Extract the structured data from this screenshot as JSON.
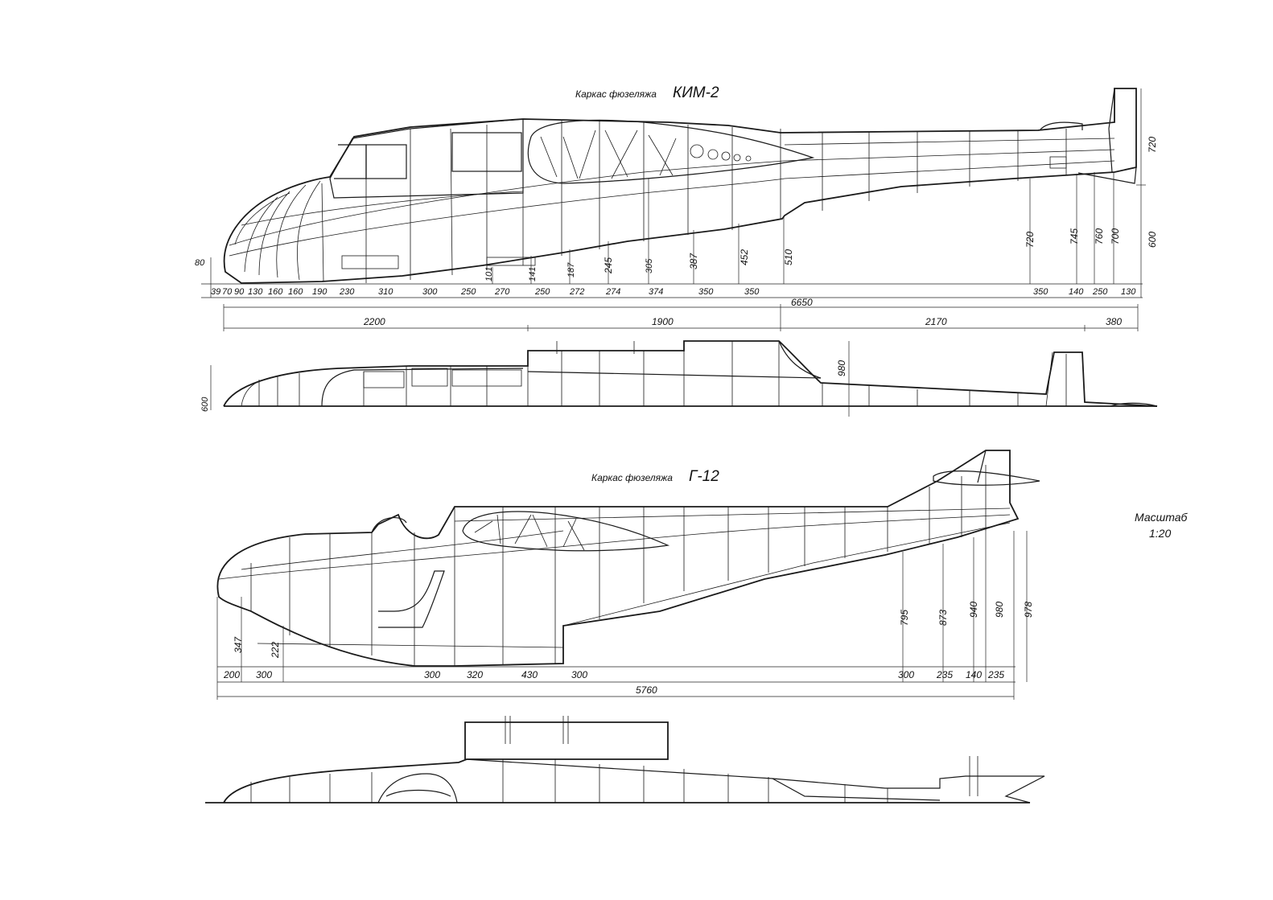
{
  "kim2": {
    "title_prefix": "Каркас фюзеляжа",
    "title_name": "КИМ-2",
    "bottom_dims": [
      "80",
      "39",
      "70",
      "90",
      "130",
      "160",
      "160",
      "190",
      "230",
      "310",
      "300",
      "250",
      "270",
      "250",
      "272",
      "274",
      "374",
      "350",
      "350",
      "350",
      "140",
      "250",
      "130"
    ],
    "heights_front": [
      "101",
      "141",
      "187",
      "245",
      "305",
      "387",
      "452",
      "510"
    ],
    "heights_rear": [
      "720",
      "745",
      "760",
      "700"
    ],
    "tail_height_upper": "720",
    "tail_height_lower": "600",
    "overall_length": "6650",
    "plan_sections": [
      "2200",
      "1900",
      "2170",
      "380"
    ],
    "plan_height_rear": "980",
    "plan_height_front": "600"
  },
  "g12": {
    "title_prefix": "Каркас фюзеляжа",
    "title_name": "Г-12",
    "heights_nose": [
      "347",
      "222"
    ],
    "heights_rear": [
      "795",
      "873",
      "940",
      "980",
      "978"
    ],
    "bottom_dims": [
      "200",
      "300",
      "300",
      "320",
      "430",
      "300",
      "300",
      "235",
      "140",
      "235"
    ],
    "overall_length": "5760"
  },
  "scale": {
    "label": "Масштаб",
    "value": "1:20"
  }
}
